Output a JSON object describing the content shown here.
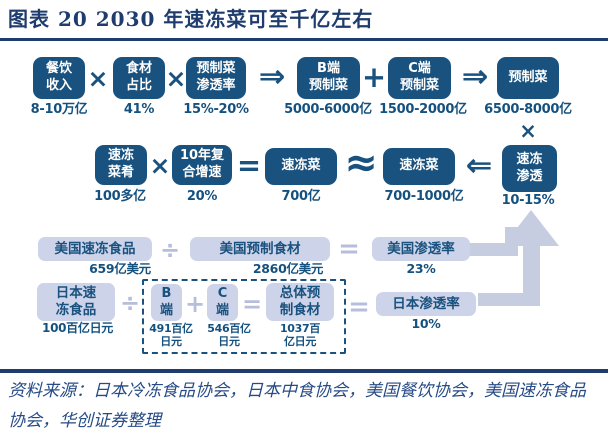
{
  "header": {
    "title": "图表 20  2030 年速冻菜可至千亿左右"
  },
  "colors": {
    "navy_box": "#1A527F",
    "title_navy": "#1F3C6E",
    "light_box": "#CDD3E9",
    "light_arrow": "#C7CDE0",
    "value_text": "#15517F",
    "source_text": "#274B86"
  },
  "flow": {
    "row1": {
      "boxes": [
        {
          "label": "餐饮\n收入",
          "value": "8-10万亿"
        },
        {
          "label": "食材\n占比",
          "value": "41%"
        },
        {
          "label": "预制菜\n渗透率",
          "value": "15%-20%"
        },
        {
          "label": "B端\n预制菜",
          "value": "5000-6000亿"
        },
        {
          "label": "C端\n预制菜",
          "value": "1500-2000亿"
        },
        {
          "label": "预制菜",
          "value": "6500-8000亿"
        }
      ],
      "ops": [
        "×",
        "×",
        "⇒",
        "+",
        "⇒"
      ]
    },
    "connector_multiply": "×",
    "row2": {
      "boxes": [
        {
          "label": "速冻\n菜肴",
          "value": "100多亿"
        },
        {
          "label": "10年复\n合增速",
          "value": "20%"
        },
        {
          "label": "速冻菜",
          "value": "700亿"
        },
        {
          "label": "速冻菜",
          "value": "700-1000亿"
        },
        {
          "label": "速冻\n渗透",
          "value": "10-15%"
        }
      ],
      "ops": [
        "×",
        "=",
        "≈",
        "⇐"
      ]
    },
    "row3": {
      "boxes": [
        {
          "label": "美国速冻食品",
          "value": "659亿美元"
        },
        {
          "label": "美国预制食材",
          "value": "2860亿美元"
        },
        {
          "label": "美国渗透率",
          "value": "23%"
        }
      ],
      "ops": [
        "÷",
        "="
      ]
    },
    "row4": {
      "boxes": [
        {
          "label": "日本速\n冻食品",
          "value": "100百亿日元"
        },
        {
          "label": "B\n端",
          "value": "491百亿\n日元"
        },
        {
          "label": "C\n端",
          "value": "546百亿\n日元"
        },
        {
          "label": "总体预\n制食材",
          "value": "1037百\n亿日元"
        },
        {
          "label": "日本渗透率",
          "value": "10%"
        }
      ],
      "ops": [
        "÷",
        "+",
        "=",
        "="
      ]
    }
  },
  "footer": {
    "source": "资料来源：日本冷冻食品协会，日本中食协会，美国餐饮协会，美国速冻食品协会，华创证券整理"
  }
}
